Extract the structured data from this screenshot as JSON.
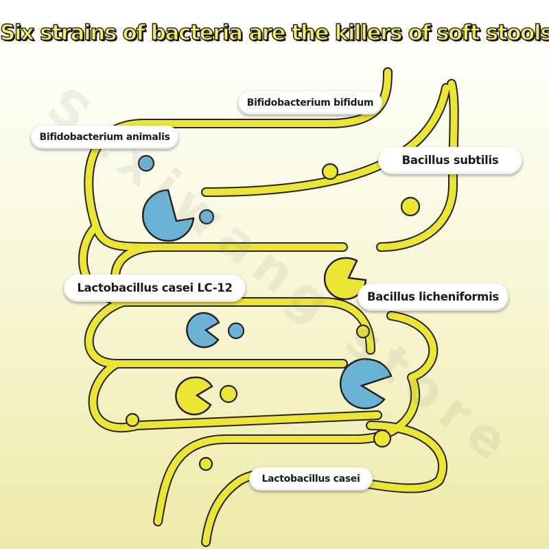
{
  "title": "Six strains of bacteria are the killers of soft stools",
  "watermark": "Sexiwang store",
  "labels": {
    "bifidum": "Bifidobacterium bifidum",
    "animalis": "Bifidobacterium animalis",
    "subtilis": "Bacillus subtilis",
    "lc12": "Lactobacillus casei LC-12",
    "licheniformis": "Bacillus licheniformis",
    "casei": "Lactobacillus casei"
  },
  "colors": {
    "intestine": "#ece532",
    "outline": "#222222",
    "blue_bacteria": "#6ab2d6",
    "yellow_bacteria": "#ece532"
  },
  "icons": {
    "blue_pacman": "pacman-bacteria-icon",
    "yellow_pacman": "pacman-bacteria-icon",
    "dot": "bacteria-dot-icon"
  }
}
